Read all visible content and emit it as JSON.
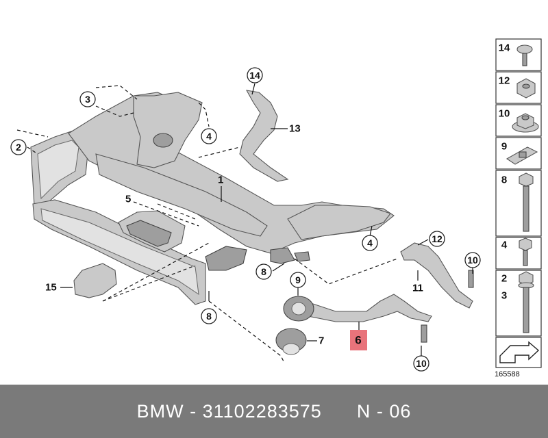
{
  "callouts": {
    "c14": "14",
    "c13": "13",
    "c3": "3",
    "c2": "2",
    "c4a": "4",
    "c1": "1",
    "c5": "5",
    "c15": "15",
    "c8a": "8",
    "c8b": "8",
    "c4b": "4",
    "c12": "12",
    "c11": "11",
    "c10a": "10",
    "c9": "9",
    "c7": "7",
    "c6": "6",
    "c10b": "10"
  },
  "panel": {
    "items": [
      "14",
      "12",
      "10",
      "9",
      "8",
      "4",
      "2",
      "3"
    ]
  },
  "reference_number": "165588",
  "footer": {
    "brand": "BMW",
    "part_number": "31102283575",
    "position": "N - 06"
  },
  "colors": {
    "footer_bg": "#7a7a7a",
    "highlight": "#e8737b"
  }
}
